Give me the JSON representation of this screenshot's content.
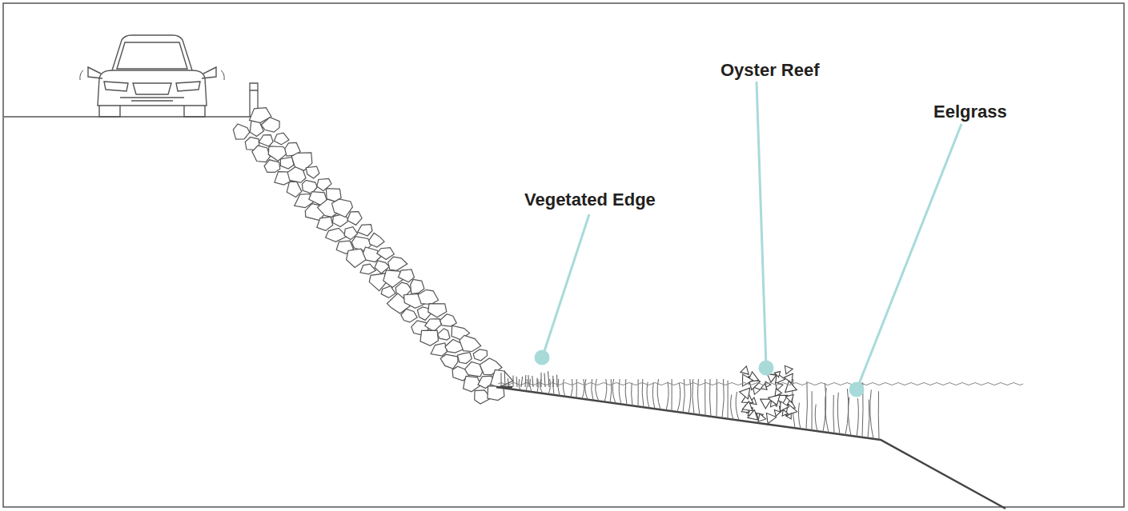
{
  "diagram": {
    "labels": [
      "Vegetated Edge",
      "Oyster Reef",
      "Eelgrass"
    ]
  }
}
